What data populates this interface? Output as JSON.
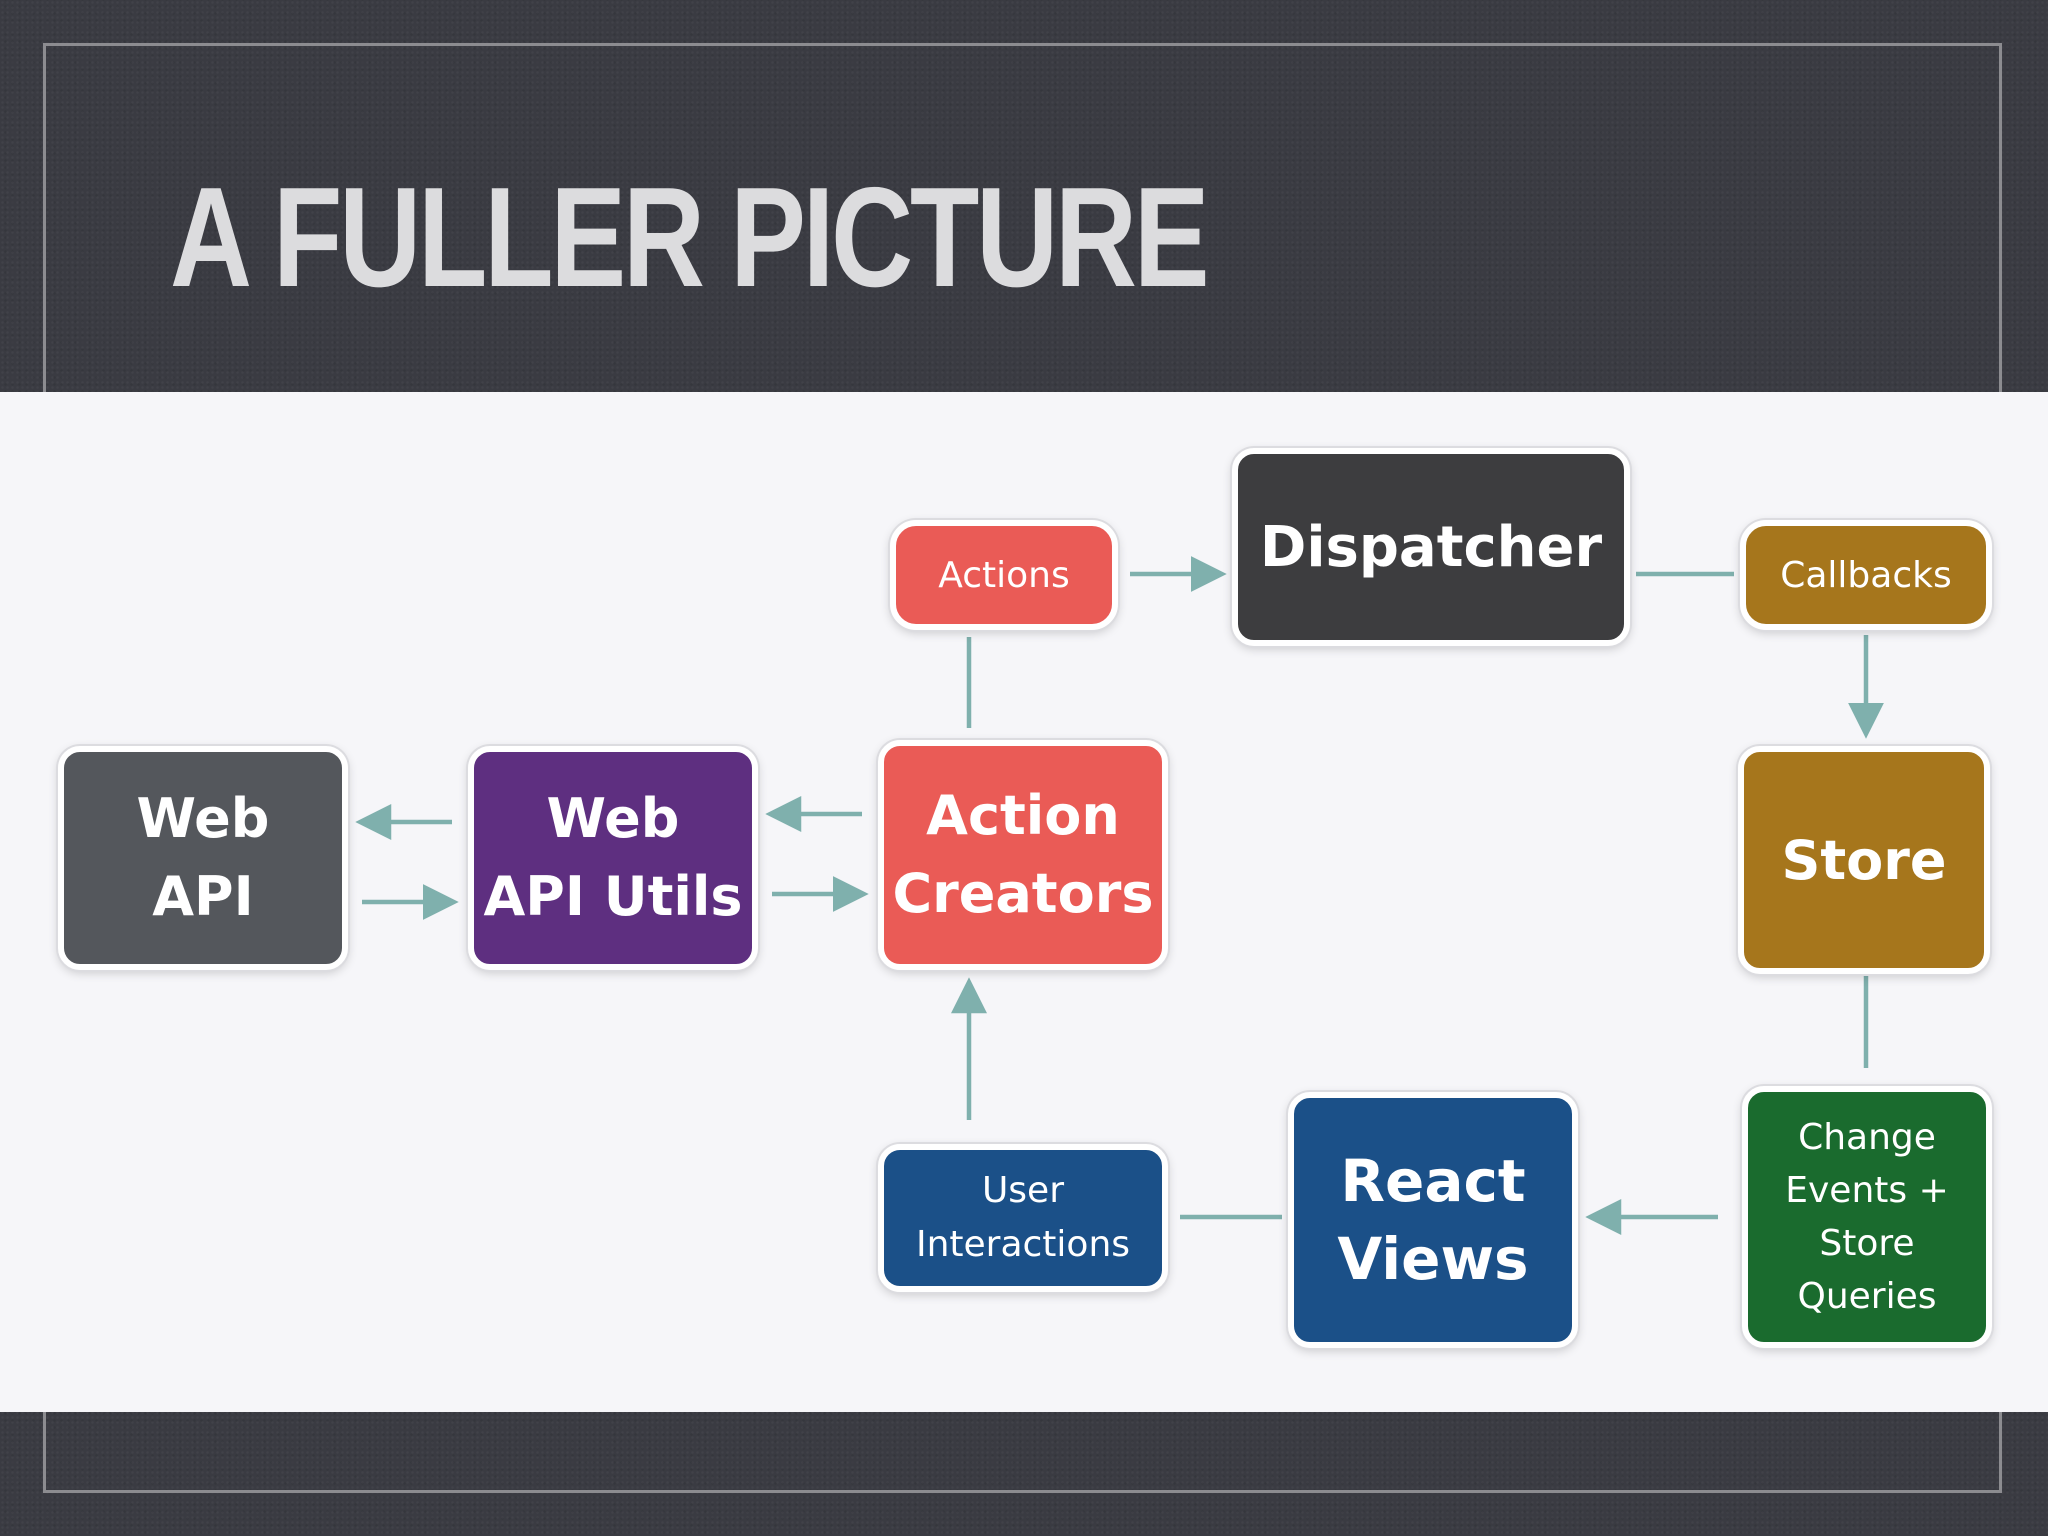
{
  "slide": {
    "title": "A FULLER PICTURE"
  },
  "colors": {
    "background": "#3a3b42",
    "panel": "#f6f6f9",
    "arrow": "#7fb0ad",
    "web_api": "#54575c",
    "web_api_utils": "#5e2f80",
    "action_creators": "#ea5b56",
    "actions": "#ea5b56",
    "dispatcher": "#3d3d3f",
    "callbacks": "#a6761c",
    "store": "#a6761c",
    "change_events": "#1a6b2e",
    "react_views": "#1b5088",
    "user_interactions": "#1b5088"
  },
  "diagram": {
    "nodes": {
      "web_api": "Web\nAPI",
      "web_api_utils": "Web\nAPI Utils",
      "action_creators": "Action\nCreators",
      "actions": "Actions",
      "dispatcher": "Dispatcher",
      "callbacks": "Callbacks",
      "store": "Store",
      "change_events": "Change\nEvents +\nStore\nQueries",
      "react_views": "React\nViews",
      "user_interactions": "User\nInteractions"
    },
    "edges": [
      {
        "from": "web_api_utils",
        "to": "web_api"
      },
      {
        "from": "web_api",
        "to": "web_api_utils"
      },
      {
        "from": "action_creators",
        "to": "web_api_utils"
      },
      {
        "from": "web_api_utils",
        "to": "action_creators"
      },
      {
        "from": "action_creators",
        "to": "actions",
        "arrowhead": false
      },
      {
        "from": "actions",
        "to": "dispatcher"
      },
      {
        "from": "dispatcher",
        "to": "callbacks",
        "arrowhead": false
      },
      {
        "from": "callbacks",
        "to": "store"
      },
      {
        "from": "store",
        "to": "change_events",
        "arrowhead": false
      },
      {
        "from": "change_events",
        "to": "react_views"
      },
      {
        "from": "react_views",
        "to": "user_interactions",
        "arrowhead": false
      },
      {
        "from": "user_interactions",
        "to": "action_creators"
      }
    ]
  }
}
